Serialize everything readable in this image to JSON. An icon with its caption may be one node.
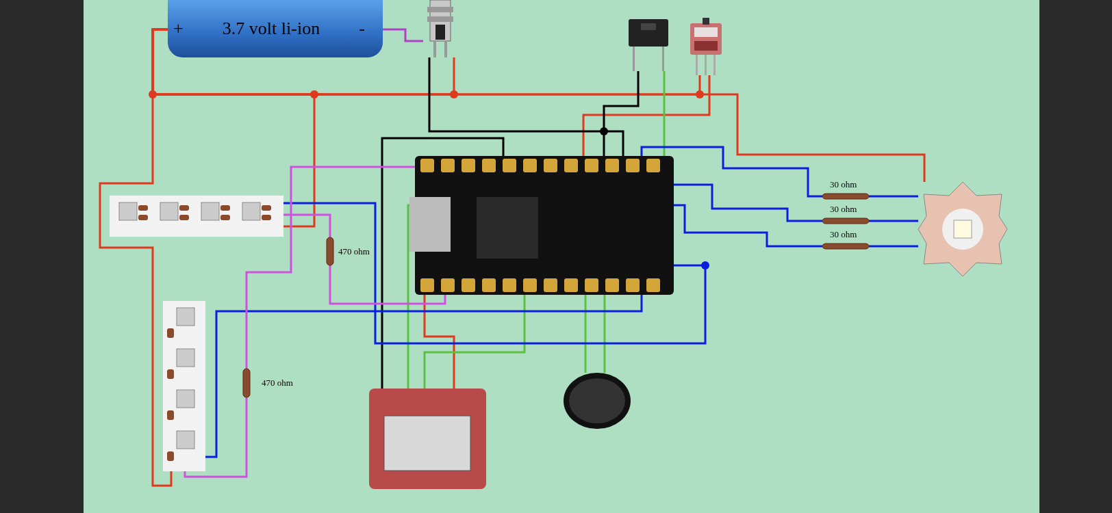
{
  "diagram": {
    "nodes": [
      {
        "text": [
          "+",
          "3.7 volt li-ion",
          "-"
        ]
      },
      {
        "text": [],
        "shape": "picture"
      },
      {
        "text": [],
        "shape": "picture"
      },
      {
        "text": [],
        "shape": "picture"
      },
      {
        "text": [],
        "shape": "picture"
      },
      {
        "text": [],
        "shape": "picture"
      },
      {
        "text": [],
        "shape": "picture"
      },
      {
        "text": [],
        "shape": "picture"
      },
      {
        "text": [],
        "shape": "picture"
      },
      {
        "text": [],
        "shape": "picture"
      },
      {
        "text": [],
        "shape": "resistor",
        "beside": [
          "30 ohm"
        ]
      },
      {
        "text": [],
        "shape": "resistor",
        "beside": [
          "30 ohm"
        ]
      },
      {
        "text": [],
        "shape": "resistor",
        "beside": [
          "30 ohm"
        ]
      },
      {
        "text": [],
        "shape": "resistor",
        "beside": [
          "470 ohm"
        ]
      },
      {
        "text": [],
        "shape": "resistor",
        "beside": [
          "470 ohm"
        ]
      }
    ],
    "edges": [
      {
        "from": 0,
        "to": 4,
        "arrow": "none",
        "color": "#e03a1e"
      },
      {
        "from": 0,
        "to": 5,
        "arrow": "none",
        "color": "#e03a1e"
      },
      {
        "from": 0,
        "to": 1,
        "arrow": "none",
        "color": "#e03a1e"
      },
      {
        "from": 0,
        "to": 3,
        "arrow": "none",
        "color": "#e03a1e"
      },
      {
        "from": 0,
        "to": 9,
        "arrow": "none",
        "color": "#e03a1e"
      },
      {
        "from": 0,
        "to": 1,
        "arrow": "none",
        "color": "#b040c8"
      },
      {
        "from": 3,
        "to": 6,
        "arrow": "none",
        "color": "#e03a1e"
      },
      {
        "from": 6,
        "to": 7,
        "arrow": "none",
        "color": "#e03a1e"
      },
      {
        "from": 1,
        "to": 6,
        "arrow": "none",
        "color": "#000000"
      },
      {
        "from": 2,
        "to": 6,
        "arrow": "none",
        "color": "#000000"
      },
      {
        "from": 6,
        "to": 7,
        "arrow": "none",
        "color": "#000000"
      },
      {
        "from": 2,
        "to": 6,
        "arrow": "none",
        "color": "#5cc040"
      },
      {
        "from": 6,
        "to": 7,
        "arrow": "none",
        "color": "#5cc040"
      },
      {
        "from": 6,
        "to": 7,
        "arrow": "none",
        "color": "#5cc040"
      },
      {
        "from": 6,
        "to": 8,
        "arrow": "none",
        "color": "#5cc040"
      },
      {
        "from": 6,
        "to": 8,
        "arrow": "none",
        "color": "#5cc040"
      },
      {
        "from": 6,
        "to": 10,
        "arrow": "none",
        "color": "#0a1ee0"
      },
      {
        "from": 6,
        "to": 11,
        "arrow": "none",
        "color": "#0a1ee0"
      },
      {
        "from": 6,
        "to": 12,
        "arrow": "none",
        "color": "#0a1ee0"
      },
      {
        "from": 10,
        "to": 9,
        "arrow": "none",
        "color": "#0a1ee0"
      },
      {
        "from": 11,
        "to": 9,
        "arrow": "none",
        "color": "#0a1ee0"
      },
      {
        "from": 12,
        "to": 9,
        "arrow": "none",
        "color": "#0a1ee0"
      },
      {
        "from": 6,
        "to": 4,
        "arrow": "none",
        "color": "#0a1ee0"
      },
      {
        "from": 6,
        "to": 5,
        "arrow": "none",
        "color": "#0a1ee0"
      },
      {
        "from": 6,
        "to": 14,
        "arrow": "none",
        "color": "#d050e0"
      },
      {
        "from": 14,
        "to": 5,
        "arrow": "none",
        "color": "#d050e0"
      },
      {
        "from": 4,
        "to": 13,
        "arrow": "none",
        "color": "#d050e0"
      },
      {
        "from": 13,
        "to": 6,
        "arrow": "none",
        "color": "#d050e0"
      }
    ]
  }
}
